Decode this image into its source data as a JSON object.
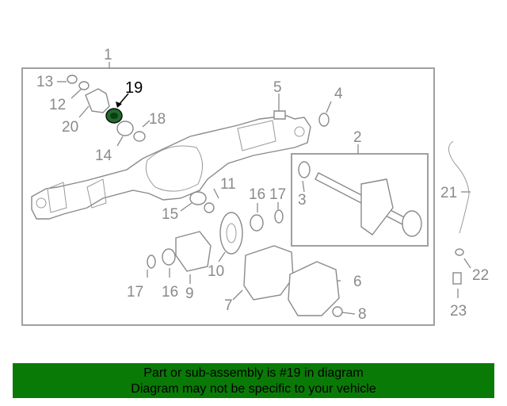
{
  "diagram": {
    "callouts": {
      "c1": "1",
      "c2": "2",
      "c3": "3",
      "c5": "5",
      "c4": "4",
      "c6": "6",
      "c7": "7",
      "c8": "8",
      "c9": "9",
      "c10": "10",
      "c11": "11",
      "c12": "12",
      "c13": "13",
      "c14": "14",
      "c15": "15",
      "c16a": "16",
      "c16b": "16",
      "c17a": "17",
      "c17b": "17",
      "c18": "18",
      "c19": "19",
      "c20": "20",
      "c21": "21",
      "c22": "22",
      "c23": "23"
    },
    "highlighted_part": "19",
    "colors": {
      "highlight_part": "#1e6b2a",
      "line": "#8a8a8a",
      "banner": "#0a7a07"
    }
  },
  "banner": {
    "line1": "Part or sub-assembly is #19 in diagram",
    "line2": "Diagram may not be specific to your vehicle"
  }
}
